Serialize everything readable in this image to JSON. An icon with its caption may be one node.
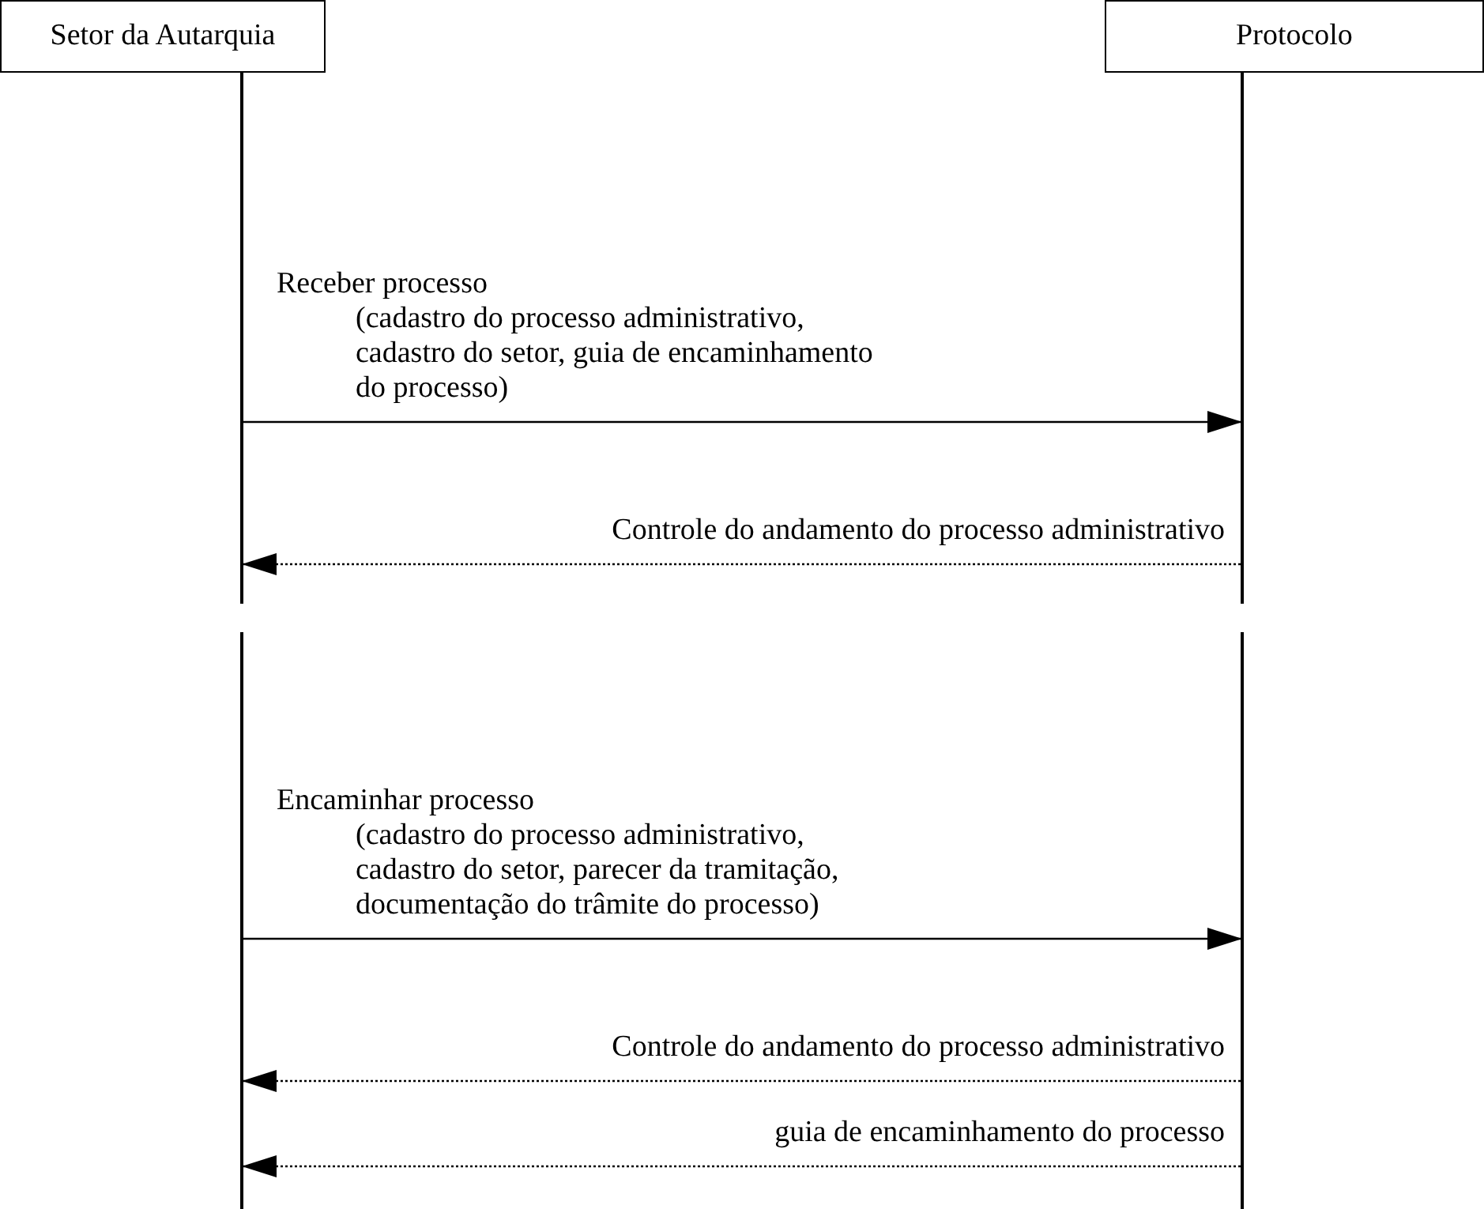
{
  "diagram": {
    "nodes": [
      {
        "text": [
          "Setor da Autarquia"
        ]
      },
      {
        "text": [
          "Protocolo"
        ]
      },
      {
        "text": [],
        "shape": "bar"
      },
      {
        "text": [],
        "shape": "bar"
      },
      {
        "text": [],
        "shape": "bar"
      },
      {
        "text": [],
        "shape": "bar"
      }
    ],
    "edges": [
      {
        "from": 2,
        "to": 3,
        "arrow": "to",
        "label": "Receber processo (cadastro do processo administrativo, cadastro do setor, guia de encaminhamento do processo)"
      },
      {
        "from": 3,
        "to": 2,
        "arrow": "to",
        "style": "dashed",
        "label": "Controle do andamento do processo administrativo"
      },
      {
        "from": 4,
        "to": 5,
        "arrow": "to",
        "label": "Encaminhar processo (cadastro do processo administrativo, cadastro do setor, parecer da tramitação, documentação do trâmite do processo)"
      },
      {
        "from": 5,
        "to": 4,
        "arrow": "to",
        "style": "dashed",
        "label": "Controle do andamento do processo administrativo"
      },
      {
        "from": 5,
        "to": 4,
        "arrow": "to",
        "style": "dashed",
        "label": "guia de encaminhamento do processo"
      }
    ]
  }
}
